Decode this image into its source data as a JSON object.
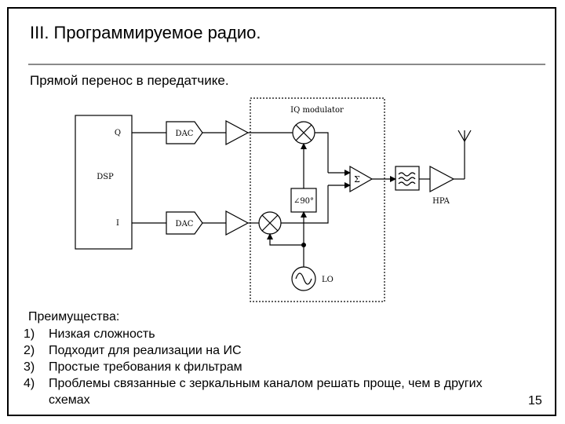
{
  "slide": {
    "title": "III. Программируемое радио.",
    "subtitle": "Прямой перенос в передатчике.",
    "page_number": "15"
  },
  "diagram": {
    "dsp_label": "DSP",
    "q_label": "Q",
    "i_label": "I",
    "dac_label": "DAC",
    "iq_modulator_label": "IQ modulator",
    "phase_shift_label": "∠90°",
    "sum_symbol": "Σ",
    "lo_label": "LO",
    "hpa_label": "HPA"
  },
  "advantages": {
    "heading": "Преимущества:",
    "items": [
      {
        "num": "1)",
        "text": "Низкая сложность"
      },
      {
        "num": "2)",
        "text": "Подходит для реализации на ИС"
      },
      {
        "num": "3)",
        "text": "Простые требования к фильтрам"
      },
      {
        "num": "4)",
        "text": "Проблемы связанные с зеркальным каналом решать проще, чем в других схемах"
      }
    ]
  }
}
